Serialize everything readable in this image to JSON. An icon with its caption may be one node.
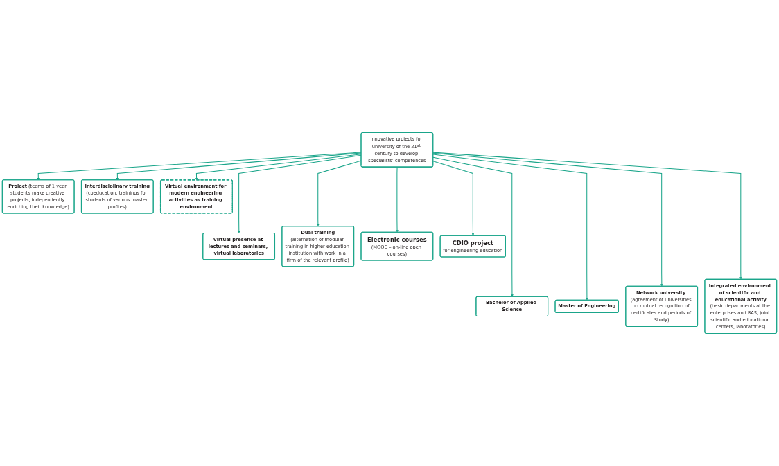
{
  "diagram": {
    "nodes": [
      {
        "text": [
          "Innovative projects for university of the 21$^{st}$ century to develop specialists’ competences"
        ]
      },
      {
        "text": [
          "**Project** (teams of 1 year students make creative projects, independently enriching their knowledge)"
        ]
      },
      {
        "text": [
          "Interdisciplinary training",
          "(coeducation, trainings for students of various master profiles)"
        ]
      },
      {
        "text": [
          "Virtual environment for modern engineering activities as training environment"
        ]
      },
      {
        "text": [
          "Virtual presence at lectures and seminars, virtual laboratories"
        ]
      },
      {
        "text": [
          "Dual training",
          "(alternation of modular training in higher education institution with work in a firm of the relevant profile)"
        ]
      },
      {
        "text": [
          "Electronic courses",
          "(MOOC – on-line open courses)"
        ]
      },
      {
        "text": [
          "CDIO project",
          "for engineering education"
        ]
      },
      {
        "text": [
          "Bachelor of Applied Science"
        ]
      },
      {
        "text": [
          "Master of Engineering"
        ]
      },
      {
        "text": [
          "**Network university** (agreement of universities on mutual recognition of certificates and periods of Study)"
        ]
      },
      {
        "text": [
          "Integrated environment of scientific and educational activity",
          "(basic departments at the enterprises and RAS, joint scientific and educational centers, laboratories)"
        ]
      }
    ],
    "edges": [
      {
        "from": 0,
        "to": 1,
        "arrow": "to"
      },
      {
        "from": 0,
        "to": 2,
        "arrow": "to"
      },
      {
        "from": 0,
        "to": 3,
        "arrow": "to"
      },
      {
        "from": 0,
        "to": 4,
        "arrow": "to"
      },
      {
        "from": 0,
        "to": 5,
        "arrow": "to"
      },
      {
        "from": 0,
        "to": 6,
        "arrow": "to"
      },
      {
        "from": 0,
        "to": 7,
        "arrow": "to"
      },
      {
        "from": 0,
        "to": 8,
        "arrow": "to"
      },
      {
        "from": 0,
        "to": 9,
        "arrow": "to"
      },
      {
        "from": 0,
        "to": 10,
        "arrow": "to"
      },
      {
        "from": 0,
        "to": 11,
        "arrow": "to"
      }
    ]
  }
}
